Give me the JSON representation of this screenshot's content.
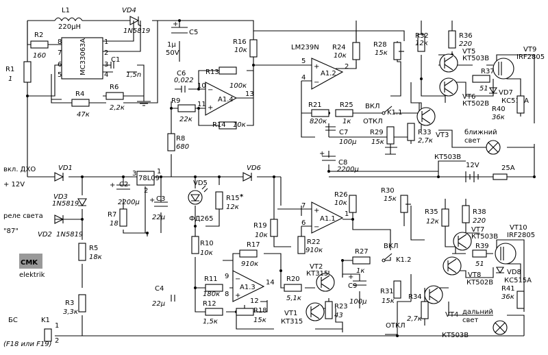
{
  "components": {
    "L1": {
      "ref": "L1",
      "value": "220µH"
    },
    "VD4": {
      "ref": "VD4",
      "value": "1N5819"
    },
    "C5": {
      "ref": "C5",
      "value": "1µ",
      "value2": "50V"
    },
    "R2": {
      "ref": "R2",
      "value": "160"
    },
    "R1": {
      "ref": "R1",
      "value": "1"
    },
    "IC1": {
      "ref": "MC33063A"
    },
    "C1": {
      "ref": "C1",
      "value": "1,5n"
    },
    "R6": {
      "ref": "R6",
      "value": "2,2к"
    },
    "R4": {
      "ref": "R4",
      "value": "47к"
    },
    "R16": {
      "ref": "R16",
      "value": "10к"
    },
    "C6": {
      "ref": "C6",
      "value": "0,022"
    },
    "R13": {
      "ref": "R13",
      "value": "100к"
    },
    "R9": {
      "ref": "R9",
      "value": "22к"
    },
    "R14": {
      "ref": "R14",
      "value": "10к"
    },
    "R8": {
      "ref": "R8",
      "value": "680"
    },
    "A14": {
      "ref": "A1.4"
    },
    "LM": {
      "ref": "LM239N"
    },
    "A12": {
      "ref": "A1.2"
    },
    "R24": {
      "ref": "R24",
      "value": "10к"
    },
    "R28": {
      "ref": "R28",
      "value": "15к"
    },
    "R21": {
      "ref": "R21",
      "value": "820к"
    },
    "R25": {
      "ref": "R25",
      "value": "1к"
    },
    "C7": {
      "ref": "C7",
      "value": "100µ"
    },
    "R29": {
      "ref": "R29",
      "value": "15к"
    },
    "C8": {
      "ref": "C8",
      "value": "2200µ"
    },
    "R32": {
      "ref": "R32",
      "value": "12к"
    },
    "R36": {
      "ref": "R36",
      "value": "220"
    },
    "VT5": {
      "ref": "VT5",
      "value": "КТ503В"
    },
    "VT9": {
      "ref": "VT9",
      "value": "IRF2805"
    },
    "R37": {
      "ref": "R37",
      "value": "51"
    },
    "VT6": {
      "ref": "VT6",
      "value": "КТ502В"
    },
    "VD7": {
      "ref": "VD7",
      "value": "КС515А"
    },
    "R40": {
      "ref": "R40",
      "value": "36к"
    },
    "R33": {
      "ref": "R33",
      "value": "2,7к"
    },
    "VT3": {
      "ref": "VT3",
      "value": "КТ503В"
    },
    "VD1": {
      "ref": "VD1"
    },
    "VD3": {
      "ref": "VD3",
      "value": "1N5819"
    },
    "VD2": {
      "ref": "VD2",
      "value": "1N5819"
    },
    "C2": {
      "ref": "C2",
      "value": "2200µ"
    },
    "U78": {
      "ref": "78L09"
    },
    "R7": {
      "ref": "R7",
      "value": "18"
    },
    "C3": {
      "ref": "C3",
      "value": "22µ"
    },
    "VD5": {
      "ref": "VD5",
      "value": "ФД265"
    },
    "R15": {
      "ref": "R15",
      "value": "12к"
    },
    "VD6": {
      "ref": "VD6"
    },
    "R26": {
      "ref": "R26",
      "value": "10к"
    },
    "R30": {
      "ref": "R30",
      "value": "15к"
    },
    "A11": {
      "ref": "A1.1"
    },
    "R19": {
      "ref": "R19",
      "value": "10к"
    },
    "R22": {
      "ref": "R22",
      "value": "910к"
    },
    "R27": {
      "ref": "R27",
      "value": "1к"
    },
    "R35": {
      "ref": "R35",
      "value": "12к"
    },
    "R38": {
      "ref": "R38",
      "value": "220"
    },
    "VT7": {
      "ref": "VT7",
      "value": "КТ503В"
    },
    "VT10": {
      "ref": "VT10",
      "value": "IRF2805"
    },
    "R39": {
      "ref": "R39",
      "value": "51"
    },
    "VT8": {
      "ref": "VT8",
      "value": "КТ502В"
    },
    "VD8": {
      "ref": "VD8",
      "value": "КС515А"
    },
    "R41": {
      "ref": "R41",
      "value": "36к"
    },
    "R5": {
      "ref": "R5",
      "value": "18к"
    },
    "R3": {
      "ref": "R3",
      "value": "3,3к"
    },
    "R10": {
      "ref": "R10",
      "value": "10к"
    },
    "R17": {
      "ref": "R17",
      "value": "910к"
    },
    "A13": {
      "ref": "A1.3"
    },
    "R11": {
      "ref": "R11",
      "value": "180к"
    },
    "R12": {
      "ref": "R12",
      "value": "1,5к"
    },
    "R18": {
      "ref": "R18",
      "value": "15к"
    },
    "C4": {
      "ref": "C4",
      "value": "22µ"
    },
    "R20": {
      "ref": "R20",
      "value": "5,1к"
    },
    "VT2": {
      "ref": "VT2",
      "value": "КТ315"
    },
    "VT1": {
      "ref": "VT1",
      "value": "КТ315"
    },
    "R23": {
      "ref": "R23",
      "value": "43"
    },
    "C9": {
      "ref": "C9",
      "value": "100µ"
    },
    "R31": {
      "ref": "R31",
      "value": "15к"
    },
    "R34": {
      "ref": "R34",
      "value": "2,7к"
    },
    "VT4": {
      "ref": "VT4",
      "value": "КТ503В"
    },
    "K1": {
      "ref": "K1"
    }
  },
  "labels": {
    "dho": "вкл. ДХО",
    "plus12": "+ 12V",
    "rele": "реле света",
    "r87": "\"87\"",
    "bs": "БС",
    "fuse_note": "(F18 или F19)",
    "battery": "12V",
    "fuse": "25A",
    "low_beam": "ближний\nсвет",
    "high_beam": "дальний\nсвет",
    "vkl": "ВКЛ",
    "otkl": "ОТКЛ",
    "k11": "K1.1",
    "k12": "K1.2",
    "logo_text": "elektrik"
  },
  "pins": {
    "ic1": [
      "8",
      "7",
      "6",
      "5",
      "1",
      "2",
      "3",
      "4"
    ],
    "a14": [
      "10",
      "11",
      "13"
    ],
    "a12": [
      "5",
      "4",
      "2"
    ],
    "a11": [
      "7",
      "6",
      "1"
    ],
    "a13": [
      "9",
      "8",
      "14",
      "12"
    ],
    "u78": [
      "3",
      "2",
      "1"
    ],
    "k1": [
      "1",
      "2"
    ],
    "r15_star": "*"
  }
}
